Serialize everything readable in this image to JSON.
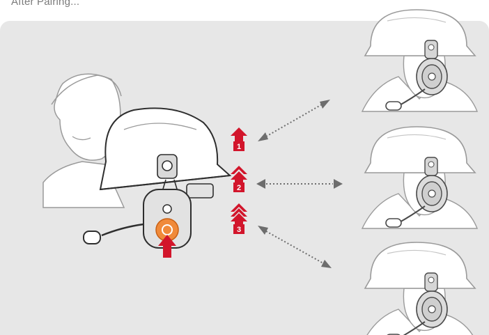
{
  "caption": "After Pairing...",
  "channels": [
    {
      "number": "1",
      "chevrons": 1
    },
    {
      "number": "2",
      "chevrons": 2
    },
    {
      "number": "3",
      "chevrons": 3
    }
  ],
  "colors": {
    "accent": "#d2152b",
    "button": "#f08a3a",
    "panel": "#e7e7e7",
    "connector": "#6d6d6d"
  },
  "icons": [
    "worker-with-helmet-headset",
    "push-button-arrow",
    "dotted-double-arrow",
    "worker-helmet-headset"
  ]
}
